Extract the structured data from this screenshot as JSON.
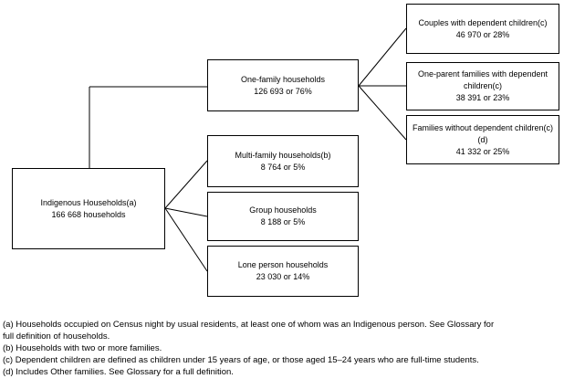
{
  "diagram": {
    "root": {
      "title": "Indigenous Households(a)",
      "value": "166 668 households"
    },
    "level1": [
      {
        "title": "One-family households",
        "value": "126 693 or 76%"
      },
      {
        "title": "Multi-family households(b)",
        "value": "8 764 or 5%"
      },
      {
        "title": "Group households",
        "value": "8 188 or 5%"
      },
      {
        "title": "Lone person households",
        "value": "23 030 or 14%"
      }
    ],
    "level2": [
      {
        "title": "Couples with dependent children(c)",
        "value": "46 970 or 28%"
      },
      {
        "title": "One-parent families with dependent children(c)",
        "value": "38 391 or 23%"
      },
      {
        "title": "Families without dependent children(c)(d)",
        "value": "41 332 or 25%"
      }
    ],
    "colors": {
      "line": "#000000",
      "background": "#ffffff",
      "text": "#000000"
    }
  },
  "footnotes": [
    "(a) Households occupied on Census night by usual residents, at least one of whom was an Indigenous person. See Glossary for",
    "full definition of households.",
    "(b) Households with two or more families.",
    "(c) Dependent children are defined as children under 15 years of age, or those aged 15–24 years who are full-time students.",
    "(d) Includes Other families. See Glossary for a full definition."
  ]
}
